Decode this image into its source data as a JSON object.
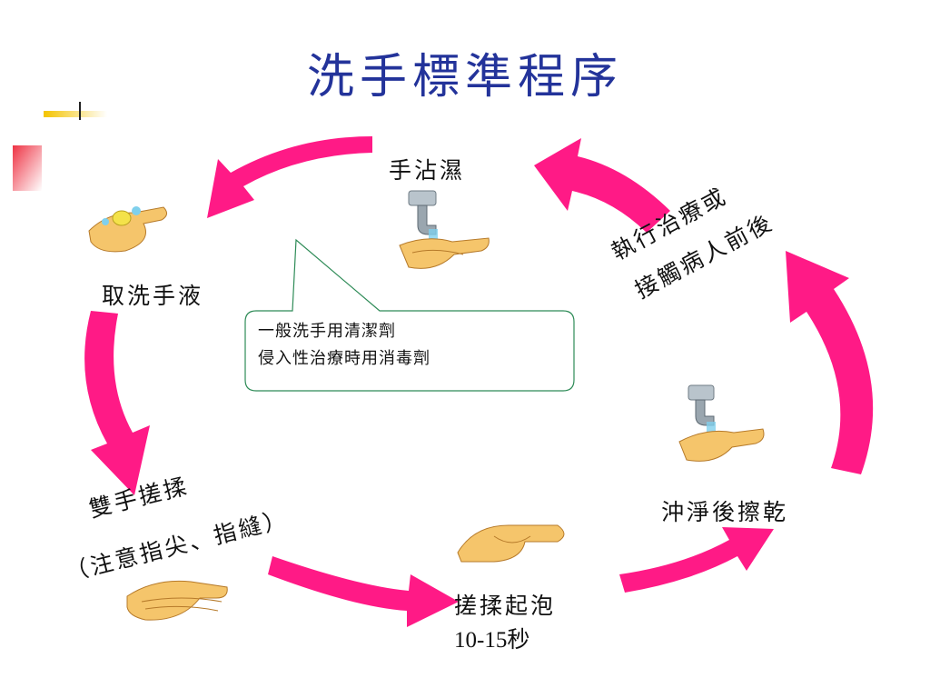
{
  "slide": {
    "title": "洗手標準程序"
  },
  "steps": {
    "wet_hands": "手沾濕",
    "take_soap": "取洗手液",
    "rub_hands_line1": "雙手搓揉",
    "rub_hands_line2": "（注意指尖、指縫）",
    "lather_line1": "搓揉起泡",
    "lather_line2": "10-15秒",
    "rinse_dry": "沖淨後擦乾",
    "when_line1": "執行治療或",
    "when_line2": "接觸病人前後"
  },
  "callout": {
    "line1": "一般洗手用清潔劑",
    "line2": "侵入性治療時用消毒劑"
  },
  "colors": {
    "title": "#23339a",
    "arrow": "#ff1a86",
    "callout_border": "#2e8b57",
    "accent_yellow": "#f4c400",
    "accent_red": "#ee3344"
  },
  "icons": [
    "faucet-hands-icon",
    "soap-hands-icon",
    "rubbing-hands-icon",
    "lather-hands-icon",
    "rinse-hands-icon"
  ]
}
